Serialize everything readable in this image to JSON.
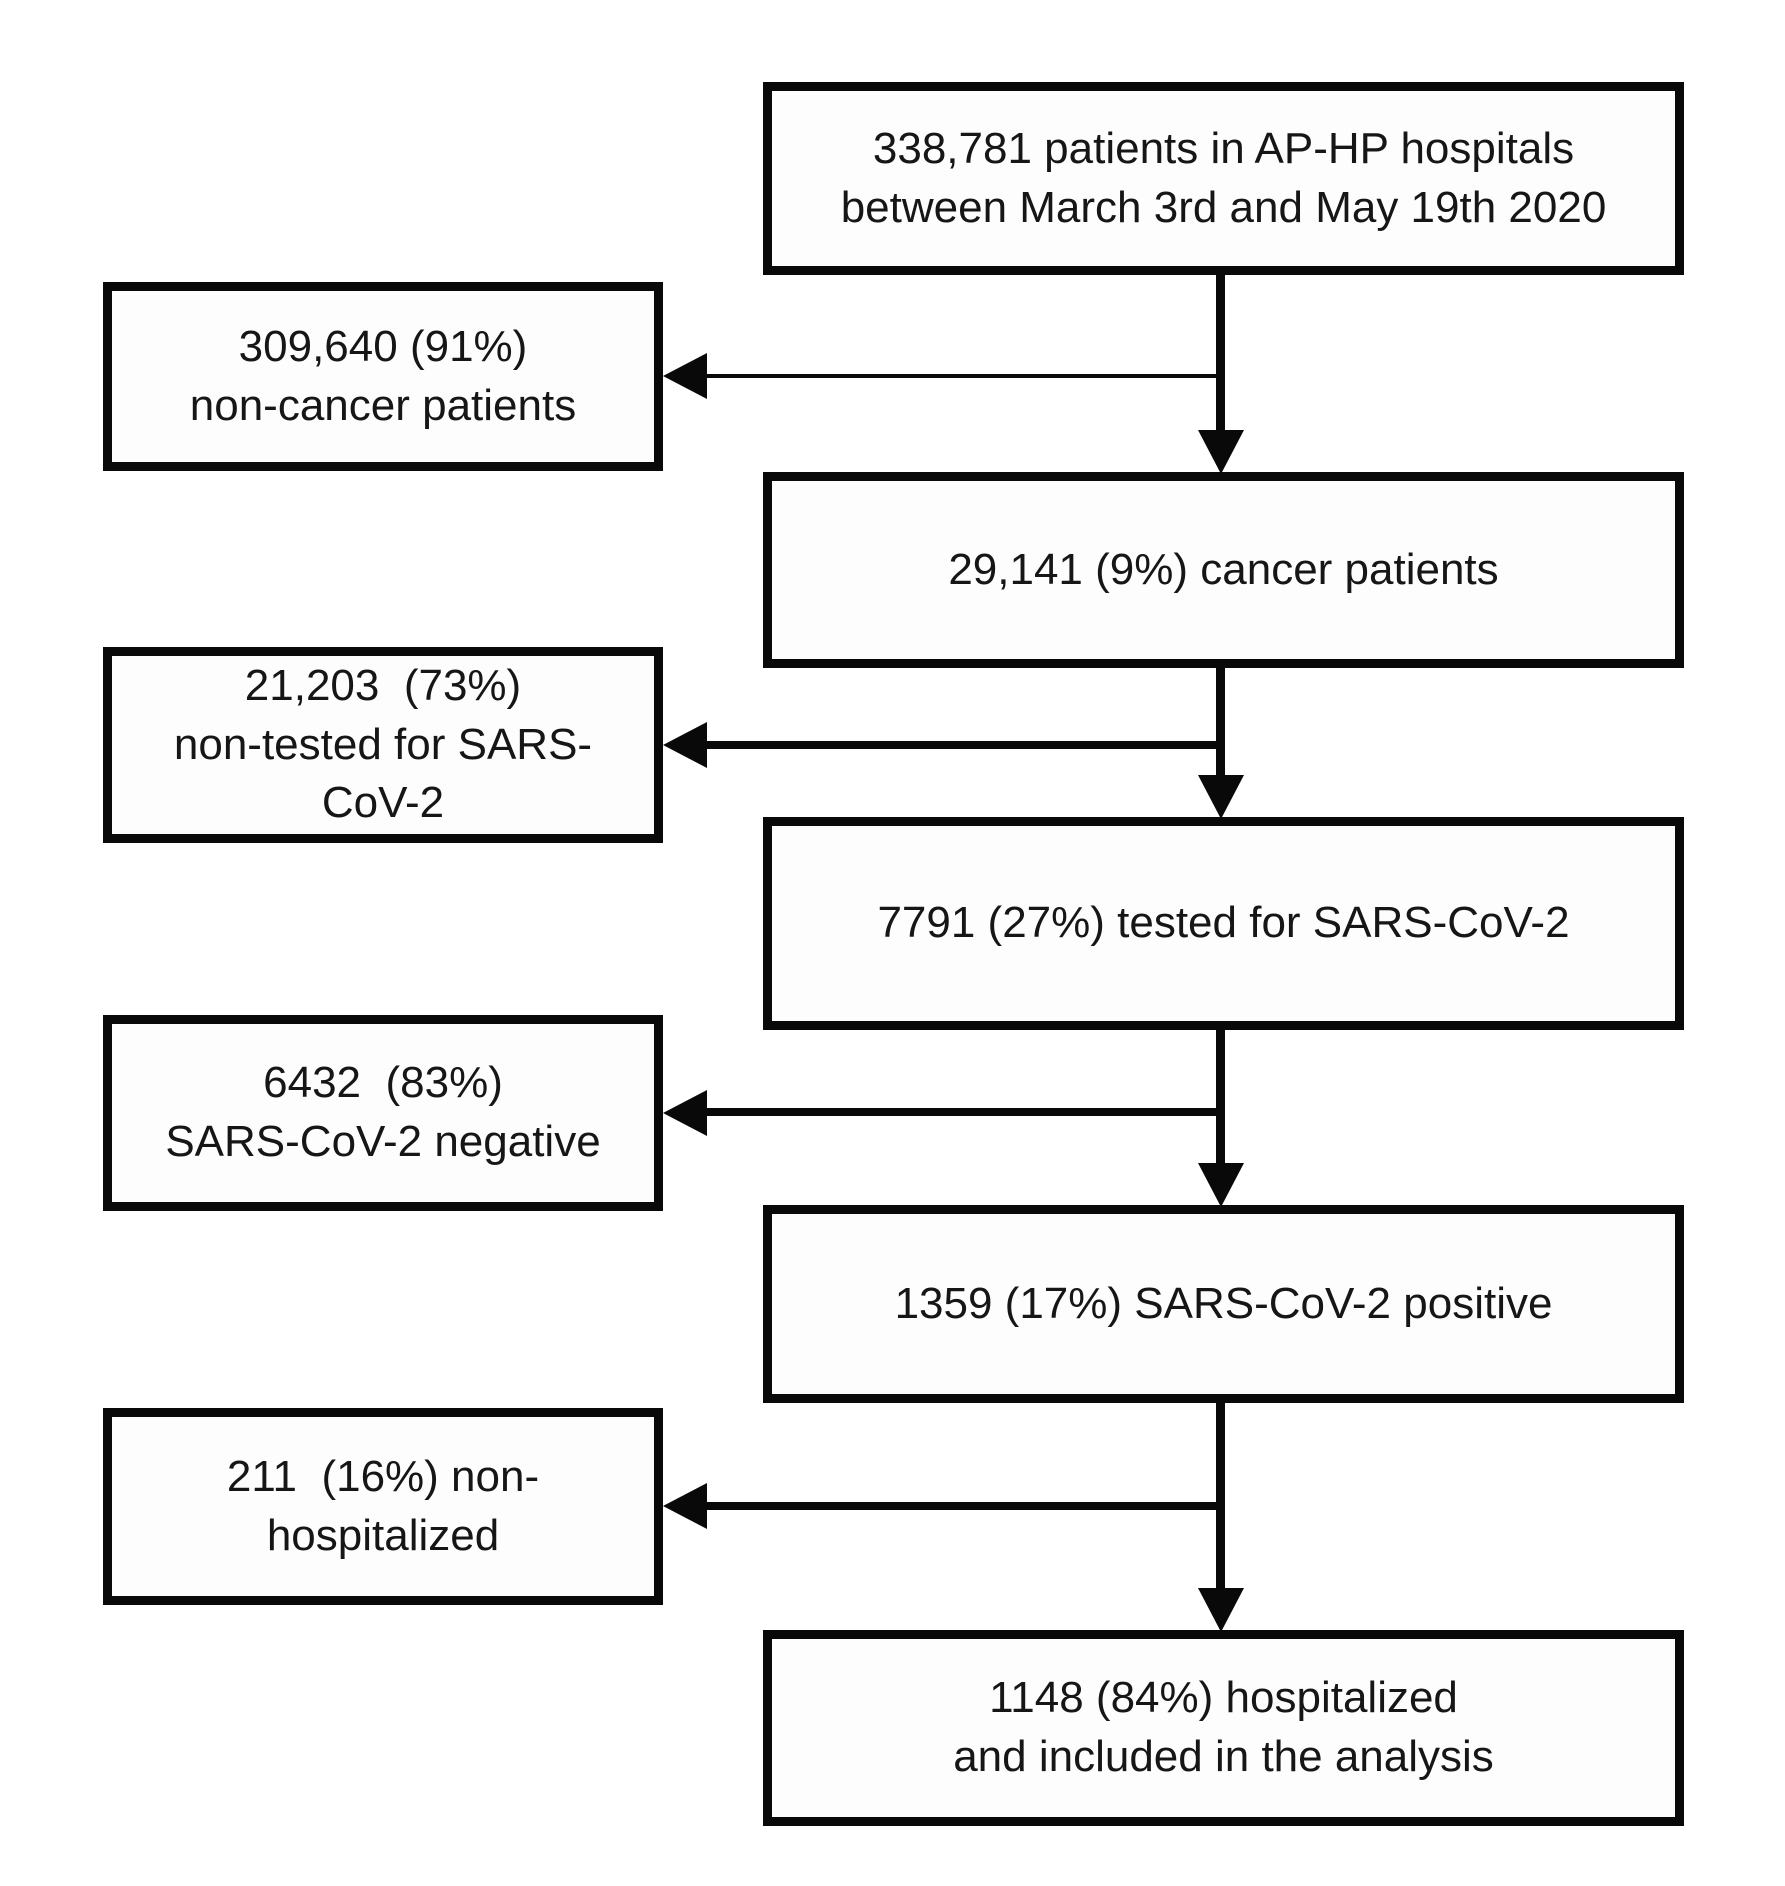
{
  "diagram": {
    "type": "flowchart",
    "colors": {
      "background": "#ffffff",
      "box_fill": "#fdfdfd",
      "box_border": "#090909",
      "text": "#161616",
      "arrow": "#090909"
    },
    "nodes": {
      "total": {
        "lines": [
          "338,781 patients in AP-HP hospitals",
          "between March 3rd and May 19th 2020"
        ]
      },
      "non_cancer": {
        "lines": [
          "309,640 (91%)",
          "non-cancer patients"
        ]
      },
      "cancer": {
        "lines": [
          "29,141 (9%) cancer patients"
        ]
      },
      "non_tested": {
        "lines": [
          "21,203  (73%)",
          "non-tested for SARS-",
          "CoV-2"
        ]
      },
      "tested": {
        "lines": [
          "7791 (27%) tested for SARS-CoV-2"
        ]
      },
      "negative": {
        "lines": [
          "6432  (83%)",
          "SARS-CoV-2 negative"
        ]
      },
      "positive": {
        "lines": [
          "1359 (17%) SARS-CoV-2 positive"
        ]
      },
      "non_hospitalized": {
        "lines": [
          "211  (16%) non-",
          "hospitalized"
        ]
      },
      "hospitalized": {
        "lines": [
          "1148 (84%) hospitalized",
          "and included in the analysis"
        ]
      }
    },
    "edges": [
      {
        "from": "total",
        "to": "cancer",
        "style": "thick-down-arrow"
      },
      {
        "from": "total",
        "to": "non_cancer",
        "style": "thin-left-arrow"
      },
      {
        "from": "cancer",
        "to": "tested",
        "style": "thick-down-arrow"
      },
      {
        "from": "cancer",
        "to": "non_tested",
        "style": "thick-left-arrow"
      },
      {
        "from": "tested",
        "to": "positive",
        "style": "thick-down-arrow"
      },
      {
        "from": "tested",
        "to": "negative",
        "style": "thick-left-arrow"
      },
      {
        "from": "positive",
        "to": "hospitalized",
        "style": "thick-down-arrow"
      },
      {
        "from": "positive",
        "to": "non_hospitalized",
        "style": "thick-left-arrow"
      }
    ]
  }
}
